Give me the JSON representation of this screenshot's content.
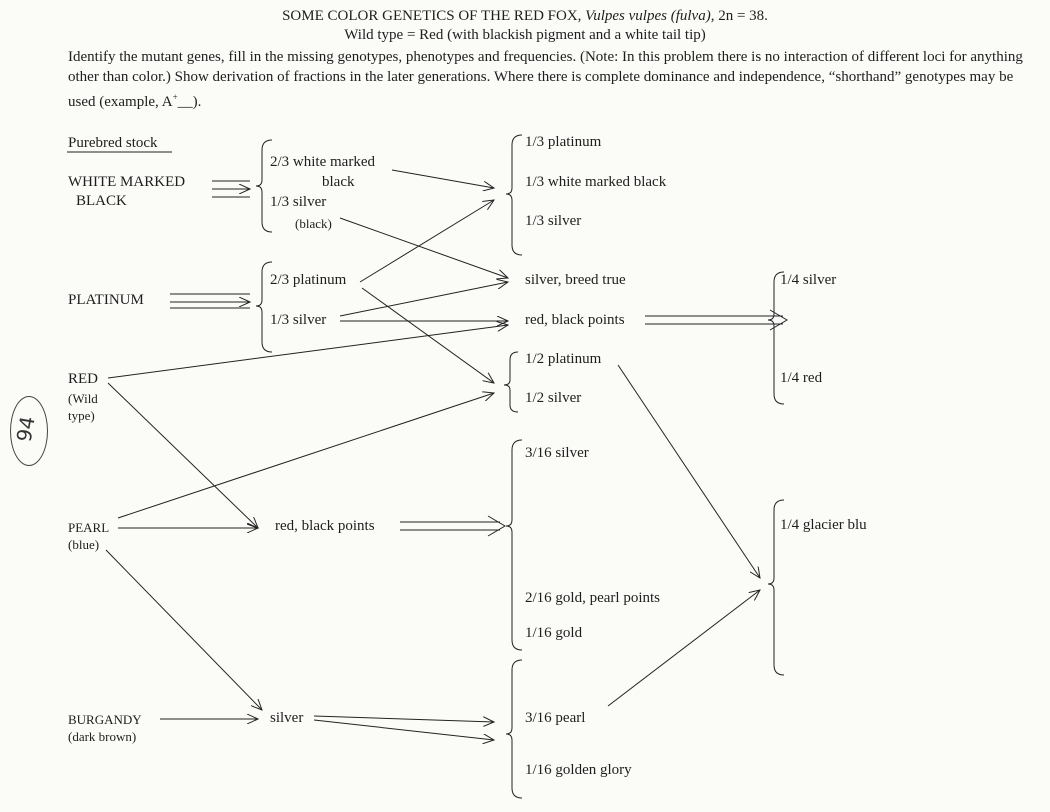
{
  "header": {
    "title_plain": "SOME COLOR GENETICS OF THE RED FOX, ",
    "title_italic": "Vulpes vulpes (fulva)",
    "title_end": ", 2n = 38.",
    "subtitle": "Wild type = Red (with blackish pigment and a white tail tip)",
    "instructions": "Identify the mutant genes, fill in the missing genotypes, phenotypes and frequencies.  (Note:  In this problem there is no interaction of different loci for anything other than color.)  Show derivation of fractions in the later generations.  Where there is complete dominance and independence, “shorthand” genotypes may be used (example, A",
    "instructions_sup": "+",
    "instructions_end": "__)."
  },
  "handwritten_mark": "94",
  "stock": {
    "heading": "Purebred stock",
    "white_marked_black": [
      "WHITE MARKED",
      "BLACK"
    ],
    "platinum": "PLATINUM",
    "red": "RED",
    "red_note": [
      "(Wild",
      "type)"
    ],
    "pearl": "PEARL",
    "pearl_note": "(blue)",
    "burgandy": "BURGANDY",
    "burgandy_note": "(dark brown)"
  },
  "gen1": {
    "wmb_group": [
      "2/3 white marked",
      "black",
      "1/3 silver",
      "(black)"
    ],
    "plat_group": [
      "2/3 platinum",
      "1/3 silver"
    ],
    "pearl_red_cross": "red, black points",
    "pearl_burg_cross": "silver"
  },
  "gen2": {
    "group_a": [
      "1/3 platinum",
      "1/3  white marked black",
      "1/3  silver"
    ],
    "silver_breed_true": "silver, breed true",
    "red_black_points": "red, black points",
    "group_b": [
      "1/2 platinum",
      "1/2 silver"
    ],
    "group_c": [
      "3/16 silver",
      "2/16 gold, pearl points",
      "1/16 gold"
    ],
    "group_d": [
      "3/16 pearl",
      "1/16 golden glory"
    ]
  },
  "gen3": {
    "group_a": [
      "1/4 silver",
      "1/4 red"
    ],
    "group_b": [
      "1/4  glacier blu"
    ]
  }
}
